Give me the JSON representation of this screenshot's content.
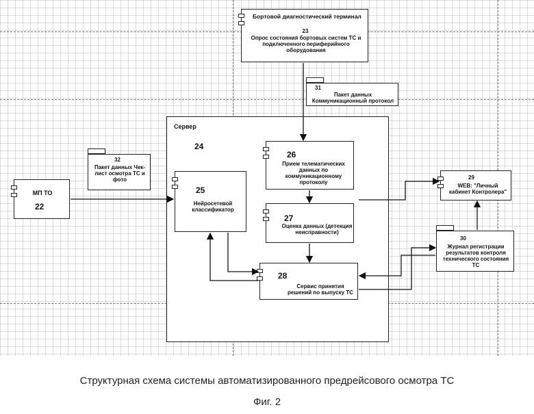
{
  "terminal": {
    "title": "Бортовой диагностический терминал",
    "number": "23",
    "desc": "Опрос состояния бортовых систем ТС и подключенного периферийного оборудования"
  },
  "packet31": {
    "number": "31",
    "text": "Пакет данных Коммуникационный протокол"
  },
  "server": {
    "label": "Сервер",
    "number": "24"
  },
  "packet32": {
    "number": "32",
    "text": "Пакет данных Чек-лист осмотра ТС и фото"
  },
  "mpto": {
    "label": "МП ТО",
    "number": "22"
  },
  "classifier": {
    "number": "25",
    "text": "Нейросетевой классификатор"
  },
  "telematics": {
    "number": "26",
    "text": "Прием телематических данных по коммуникационному протоколу"
  },
  "evaluation": {
    "number": "27",
    "text": "Оценка данных (детекция неисправности)"
  },
  "decision": {
    "number": "28",
    "text": "Сервис принятия решений по выпуску ТС"
  },
  "web": {
    "number": "29",
    "text": "WEB: \"Личный кабинет Контролера\""
  },
  "journal": {
    "number": "30",
    "text": "Журнал регистрации результатов контроля технического состояния ТС"
  },
  "caption": {
    "title": "Структурная схема системы автоматизированного предрейсового осмотра ТС",
    "figure": "Фиг. 2"
  }
}
